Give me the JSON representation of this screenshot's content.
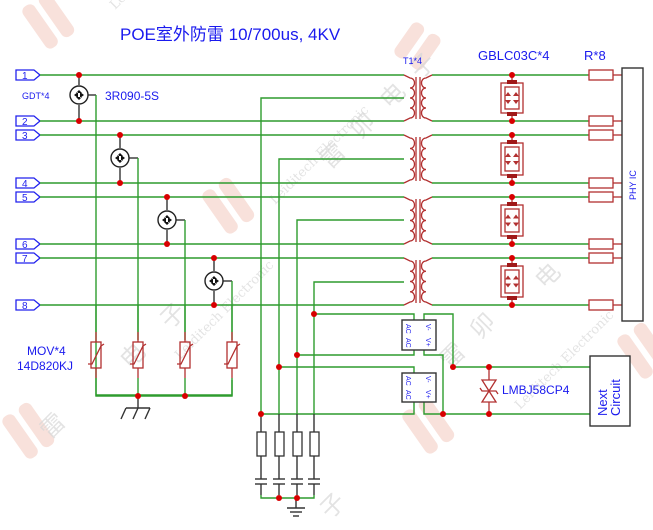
{
  "title": "POE室外防雷 10/700us, 4KV",
  "ports": [
    "1",
    "2",
    "3",
    "4",
    "5",
    "6",
    "7",
    "8"
  ],
  "labels": {
    "gdt_count": "GDT*4",
    "gdt_part": "3R090-5S",
    "transformer": "T1*4",
    "tvs_array": "GBLC03C*4",
    "resistors": "R*8",
    "phy": "PHY IC",
    "mov_count": "MOV*4",
    "mov_part": "14D820KJ",
    "tvs_diode": "LMBJ58CP4",
    "next_line1": "Next",
    "next_line2": "Circuit",
    "bridge_ac": "AC",
    "bridge_vminus": "V-",
    "bridge_vplus": "V+"
  },
  "watermark": {
    "text_en": "Leiditech Electronic",
    "text_cn_1": "雷",
    "text_cn_2": "卯",
    "text_cn_3": "电",
    "text_cn_4": "子"
  },
  "colors": {
    "wire": "#2e9c2e",
    "component": "#b23030",
    "junction": "#d80000",
    "label": "#1a1aee"
  }
}
